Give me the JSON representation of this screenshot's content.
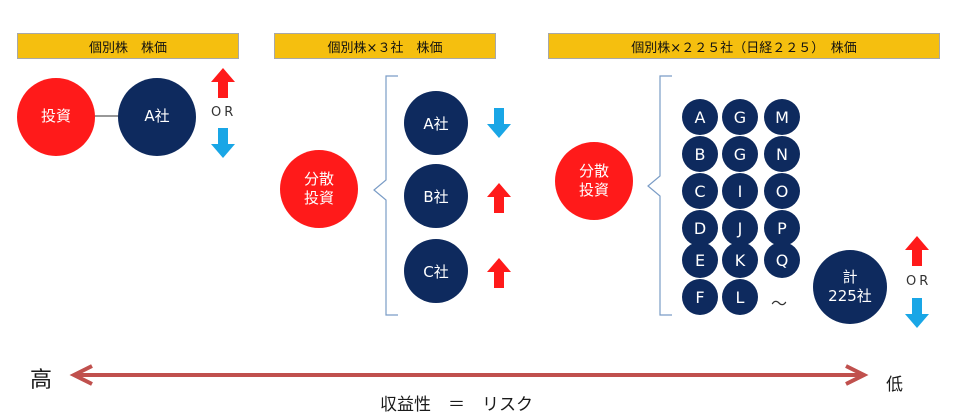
{
  "colors": {
    "banner": "#f5bf0f",
    "invest_circle": "#ff1a1a",
    "company_circle": "#0e2a5e",
    "arrow_up": "#ff1a1a",
    "arrow_down": "#19a6e6",
    "scale_arrow": "#c0504d"
  },
  "panel1": {
    "banner": "個別株　株価",
    "invest_label": "投資",
    "company_label": "A社",
    "or_label": "OR"
  },
  "panel2": {
    "banner": "個別株×３社　株価",
    "invest_label": "分散\n投資",
    "companies": [
      {
        "label": "A社",
        "trend": "down"
      },
      {
        "label": "B社",
        "trend": "up"
      },
      {
        "label": "C社",
        "trend": "up"
      }
    ]
  },
  "panel3": {
    "banner": "個別株×２２５社（日経２２５）　株価",
    "invest_label": "分散\n投資",
    "columns": [
      [
        "A",
        "B",
        "C",
        "D",
        "E",
        "F"
      ],
      [
        "G",
        "G",
        "I",
        "J",
        "K",
        "L"
      ],
      [
        "M",
        "N",
        "O",
        "P",
        "Q"
      ]
    ],
    "tilde": "～",
    "total_label": "計\n225社",
    "or_label": "OR"
  },
  "scale": {
    "high": "高",
    "low": "低",
    "caption": "収益性　＝　リスク"
  }
}
